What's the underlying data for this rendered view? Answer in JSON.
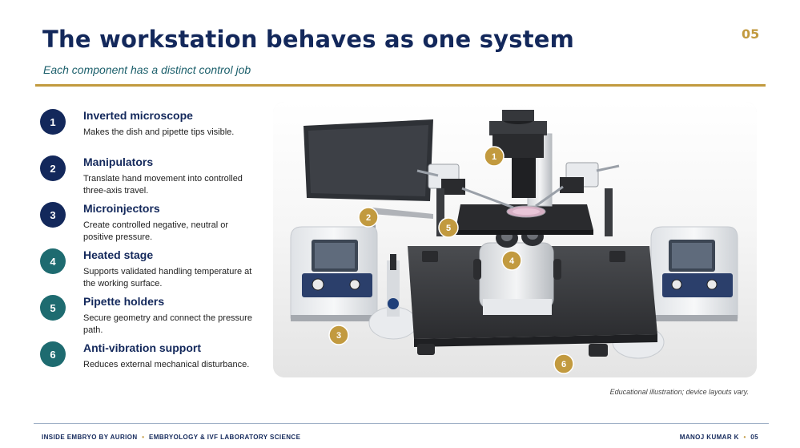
{
  "slide": {
    "title": "The workstation behaves as one system",
    "subtitle": "Each component has a distinct control job",
    "page_number": "05",
    "caption": "Educational illustration; device layouts vary."
  },
  "components": [
    {
      "number": "1",
      "title": "Inverted microscope",
      "description": "Makes the dish and pipette tips visible."
    },
    {
      "number": "2",
      "title": "Manipulators",
      "description": "Translate hand movement into controlled three-axis travel."
    },
    {
      "number": "3",
      "title": "Microinjectors",
      "description": "Create controlled negative, neutral or positive pressure."
    },
    {
      "number": "4",
      "title": "Heated stage",
      "description": "Supports validated handling temperature at the working surface."
    },
    {
      "number": "5",
      "title": "Pipette holders",
      "description": "Secure geometry and connect the pressure path."
    },
    {
      "number": "6",
      "title": "Anti-vibration support",
      "description": "Reduces external mechanical disturbance."
    }
  ],
  "callouts": [
    "1",
    "2",
    "3",
    "4",
    "5",
    "6"
  ],
  "footer": {
    "left_part1": "INSIDE EMBRYO BY AURION",
    "left_part2": "EMBRYOLOGY & IVF LABORATORY SCIENCE",
    "right_author": "MANOJ KUMAR K",
    "right_page": "05",
    "separator": "•"
  },
  "colors": {
    "navy": "#13285b",
    "teal": "#1e6b70",
    "gold": "#c29a3f"
  }
}
